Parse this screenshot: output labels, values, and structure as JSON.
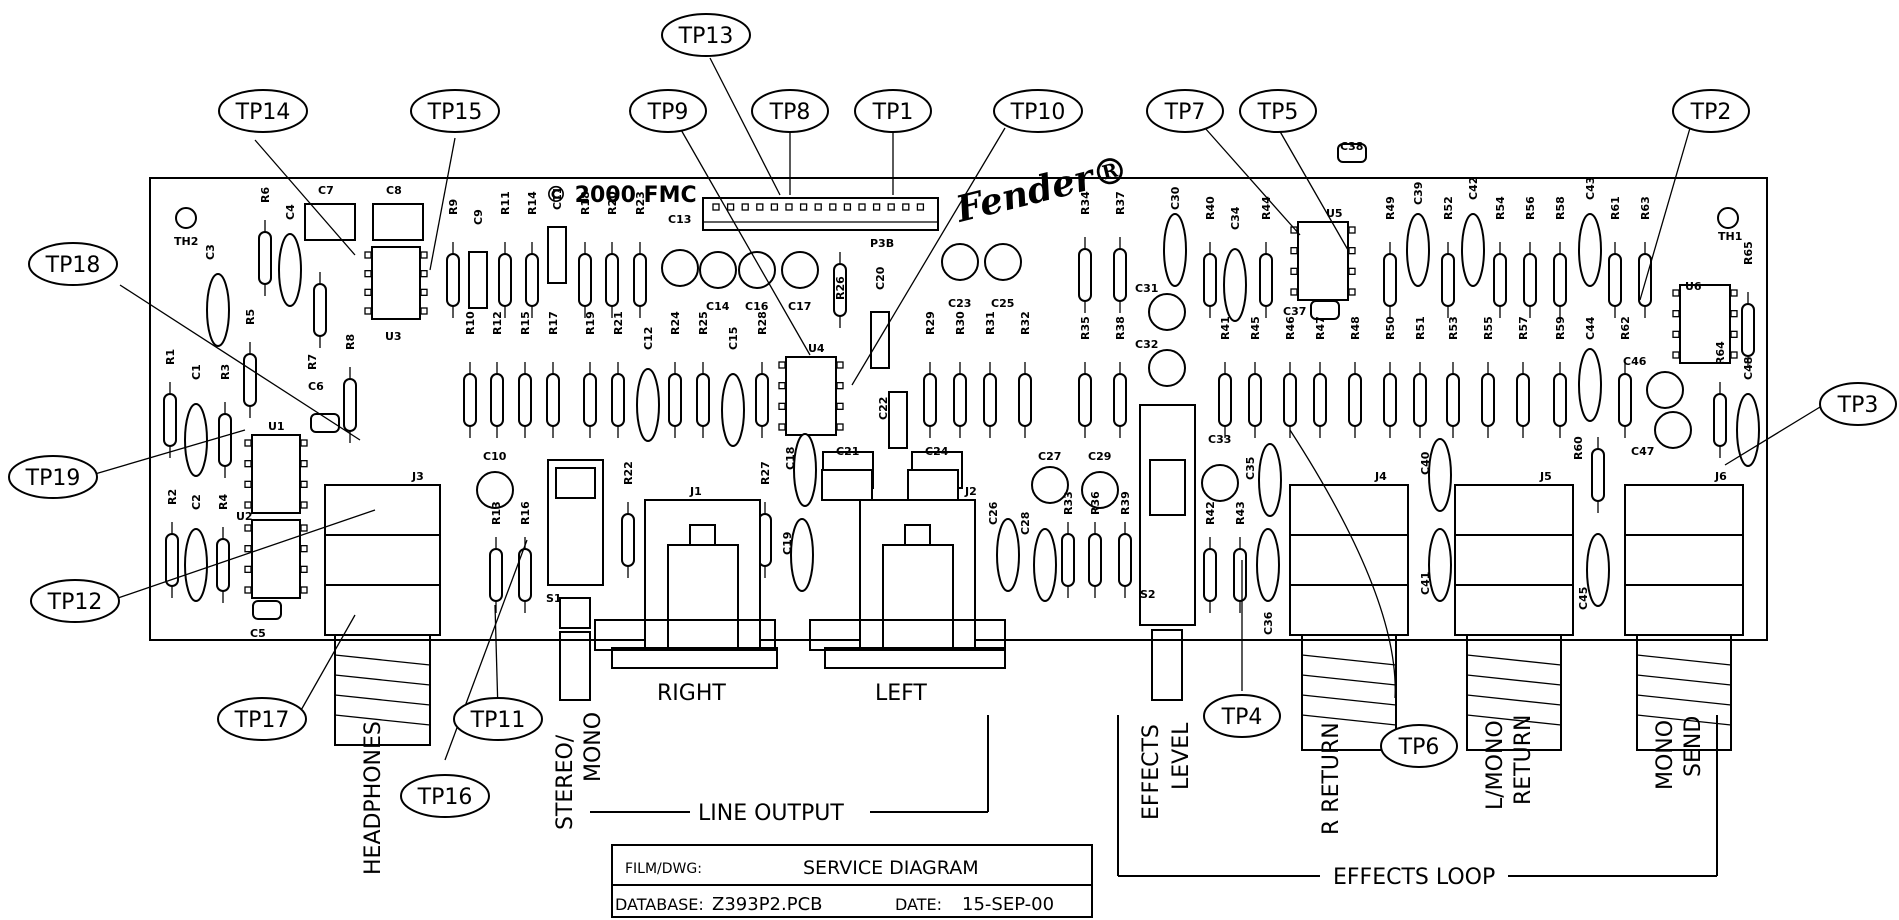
{
  "copyright": "© 2000 FMC",
  "brand": "Fender®",
  "connector_label": "P3B",
  "test_points": [
    "TP1",
    "TP2",
    "TP3",
    "TP4",
    "TP5",
    "TP6",
    "TP7",
    "TP8",
    "TP9",
    "TP10",
    "TP11",
    "TP12",
    "TP13",
    "TP14",
    "TP15",
    "TP16",
    "TP17",
    "TP18",
    "TP19"
  ],
  "jacks": [
    "J1",
    "J2",
    "J3",
    "J4",
    "J5",
    "J6"
  ],
  "switches": [
    "S1",
    "S2"
  ],
  "ics": [
    "U1",
    "U2",
    "U3",
    "U4",
    "U5",
    "U6"
  ],
  "thermal": [
    "TH1",
    "TH2"
  ],
  "resistors": [
    "R1",
    "R2",
    "R3",
    "R4",
    "R5",
    "R6",
    "R7",
    "R8",
    "R9",
    "R10",
    "R11",
    "R12",
    "R13",
    "R14",
    "R15",
    "R16",
    "R17",
    "R18",
    "R19",
    "R20",
    "R21",
    "R22",
    "R23",
    "R24",
    "R25",
    "R26",
    "R27",
    "R28",
    "R29",
    "R30",
    "R31",
    "R32",
    "R33",
    "R34",
    "R35",
    "R36",
    "R37",
    "R38",
    "R39",
    "R40",
    "R41",
    "R42",
    "R43",
    "R44",
    "R45",
    "R46",
    "R47",
    "R48",
    "R49",
    "R50",
    "R51",
    "R52",
    "R53",
    "R54",
    "R55",
    "R56",
    "R57",
    "R58",
    "R59",
    "R60",
    "R61",
    "R62",
    "R63",
    "R64",
    "R65"
  ],
  "capacitors": [
    "C1",
    "C2",
    "C3",
    "C4",
    "C5",
    "C6",
    "C7",
    "C8",
    "C9",
    "C10",
    "C11",
    "C12",
    "C13",
    "C14",
    "C15",
    "C16",
    "C17",
    "C18",
    "C19",
    "C20",
    "C21",
    "C22",
    "C23",
    "C24",
    "C25",
    "C26",
    "C27",
    "C28",
    "C29",
    "C30",
    "C31",
    "C32",
    "C33",
    "C34",
    "C35",
    "C36",
    "C37",
    "C38",
    "C39",
    "C40",
    "C41",
    "C42",
    "C43",
    "C44",
    "C45",
    "C46",
    "C47",
    "C48"
  ],
  "labels": {
    "headphones": "HEADPHONES",
    "stereo_mono": [
      "STEREO/",
      "MONO"
    ],
    "right": "RIGHT",
    "left": "LEFT",
    "line_output": "LINE OUTPUT",
    "effects_level": [
      "EFFECTS",
      "LEVEL"
    ],
    "r_return": "R RETURN",
    "l_mono_return": [
      "L/MONO",
      "RETURN"
    ],
    "mono_send": [
      "MONO",
      "SEND"
    ],
    "effects_loop": "EFFECTS LOOP"
  },
  "title_block": {
    "film_label": "FILM/DWG:",
    "film_value": "SERVICE DIAGRAM",
    "database_label": "DATABASE:",
    "database_value": "Z393P2.PCB",
    "date_label": "DATE:",
    "date_value": "15-SEP-00"
  }
}
